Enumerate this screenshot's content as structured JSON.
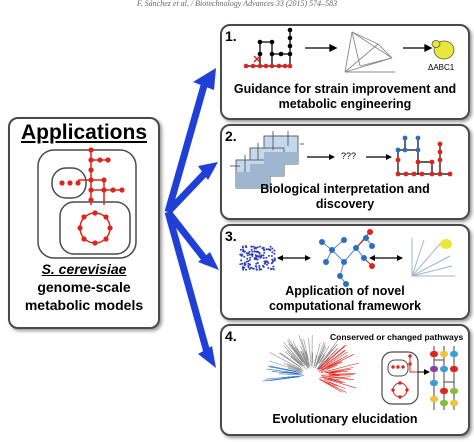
{
  "header": "F. Sánchez et al. / Biotechnology Advances 33 (2015) 574–583",
  "left": {
    "title": "Applications",
    "species": "S. cerevisiae",
    "line2": "genome-scale",
    "line3": "metabolic models"
  },
  "panels": [
    {
      "number": "1.",
      "caption_line1": "Guidance for strain improvement and",
      "caption_line2": "metabolic engineering",
      "knockout_label": "ΔABC1"
    },
    {
      "number": "2.",
      "caption_line1": "Biological interpretation and",
      "caption_line2": "discovery",
      "unknown_label": "???"
    },
    {
      "number": "3.",
      "caption_line1": "Application of novel",
      "caption_line2": "computational framework"
    },
    {
      "number": "4.",
      "caption_line1": "Evolutionary elucidation",
      "pathways_label": "Conserved or changed pathways"
    }
  ],
  "colors": {
    "arrow": "#1f3fd6",
    "node_red": "#e0231c",
    "node_blue": "#2a6fc0",
    "border": "#4a4a4a",
    "yeast": "#e8e83a"
  }
}
